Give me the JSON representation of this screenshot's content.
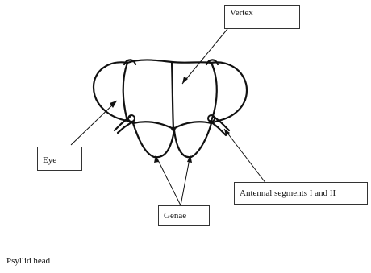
{
  "labels": {
    "vertex": "Vertex",
    "eye": "Eye",
    "genae": "Genae",
    "antennal": "Antennal segments I and II"
  },
  "caption": "Psyllid head",
  "colors": {
    "ink": "#111111",
    "background": "#ffffff"
  }
}
